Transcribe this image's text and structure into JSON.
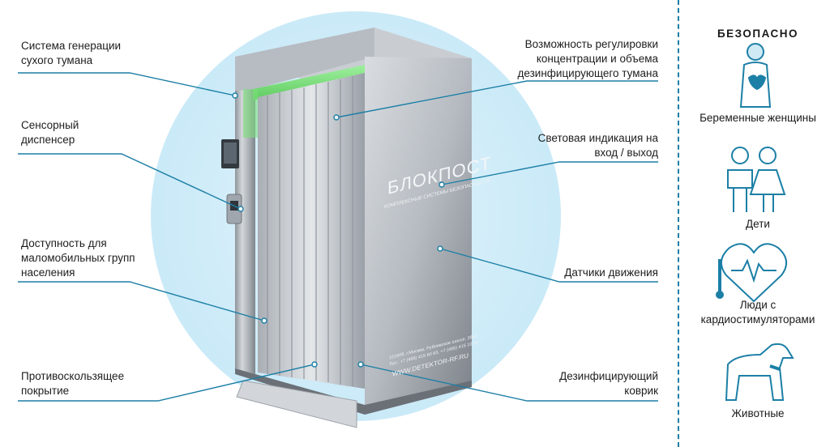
{
  "brand": {
    "name": "БЛОКПОСТ",
    "tagline": "КОМПЛЕКСНЫЕ СИСТЕМЫ БЕЗОПАСНОСТИ",
    "address": "121609, г.Москва, Рублевское шоссе, 28к2",
    "phone": "Тел.: +7 (495) 415 60 63, +7 (495) 415 10 84",
    "website": "WWW.DETEKTOR-RF.RU"
  },
  "callouts_left": [
    "Система генерации сухого тумана",
    "Сенсорный диспенсер",
    "Доступность для маломобильных групп населения",
    "Противоскользящее покрытие"
  ],
  "callouts_right": [
    "Возможность регулировки концентрации и объема дезинфицирующего тумана",
    "Световая индикация на вход / выход",
    "Датчики движения",
    "Дезинфицирующий коврик"
  ],
  "safe_panel": {
    "title": "БЕЗОПАСНО",
    "items": [
      {
        "icon": "pregnant-woman-icon",
        "label": "Беременные женщины"
      },
      {
        "icon": "children-icon",
        "label": "Дети"
      },
      {
        "icon": "pacemaker-heart-icon",
        "label": "Люди с кардиостимуляторами"
      },
      {
        "icon": "dog-icon",
        "label": "Животные"
      }
    ]
  },
  "colors": {
    "accent": "#1c7fa6",
    "glow": "#cdebf8",
    "steel": "#b9bec4",
    "indicator": "#7be07b"
  }
}
